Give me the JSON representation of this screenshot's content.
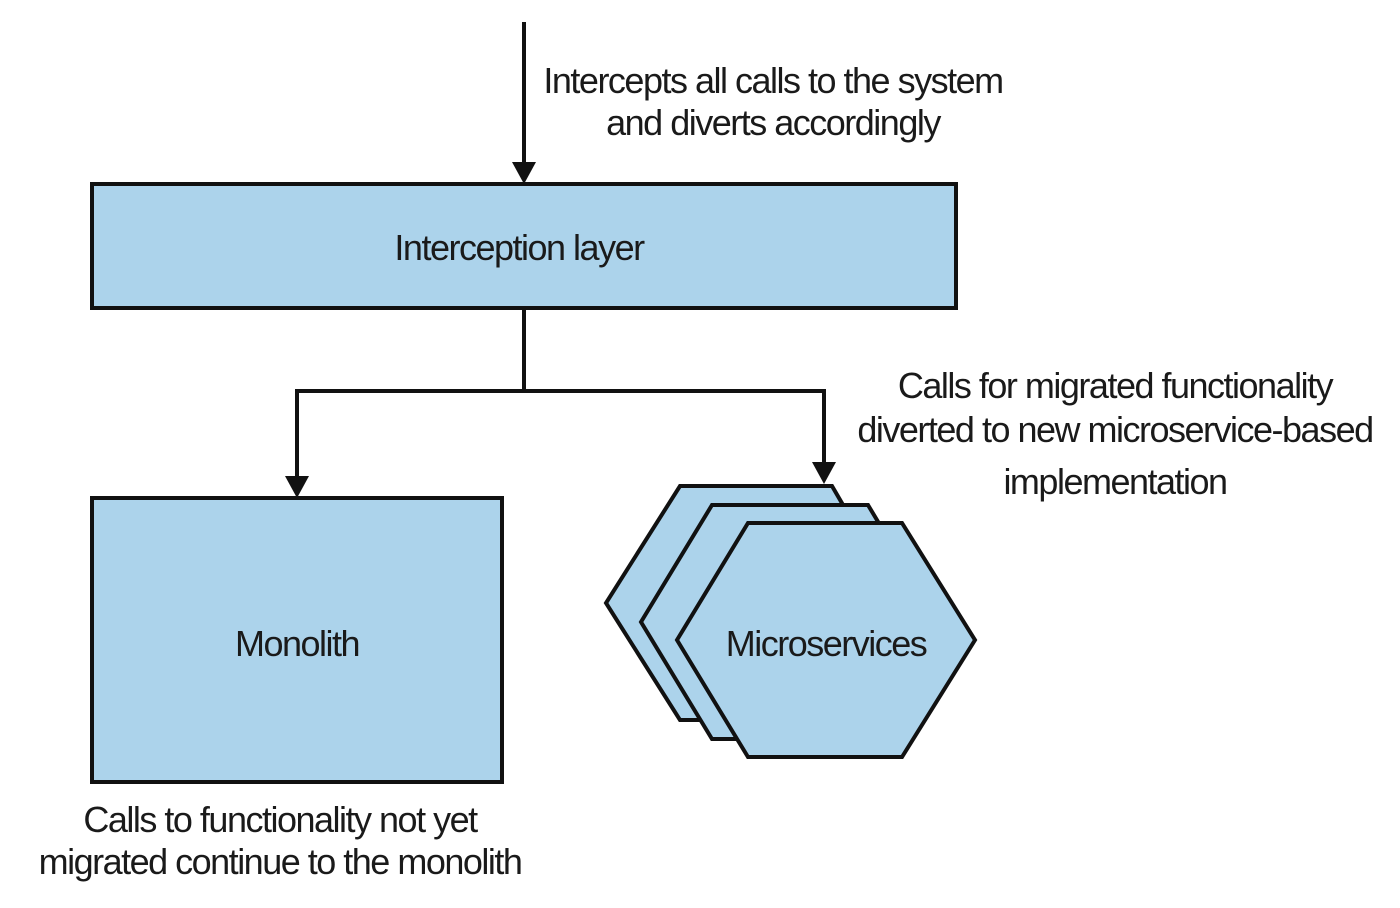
{
  "colors": {
    "node_fill": "#acd3eb",
    "stroke": "#111111",
    "text": "#1a1a1a",
    "background": "#ffffff"
  },
  "diagram": {
    "annotations": {
      "incoming": {
        "line1": "Intercepts all calls to the system",
        "line2": "and diverts accordingly"
      },
      "migrated": {
        "line1": "Calls for migrated functionality",
        "line2": "diverted to new microservice-based",
        "line3": "implementation"
      },
      "not_migrated": {
        "line1": "Calls to functionality not yet",
        "line2": "migrated continue to the monolith"
      }
    },
    "nodes": {
      "interception_layer": "Interception layer",
      "monolith": "Monolith",
      "microservices": "Microservices"
    }
  }
}
